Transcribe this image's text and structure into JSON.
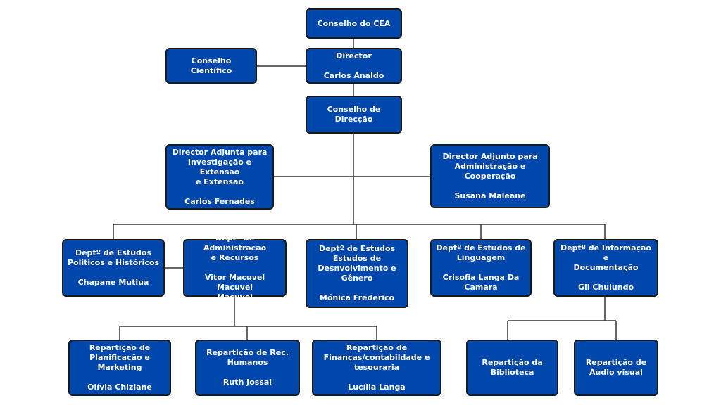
{
  "colors": {
    "box": "#0047ab",
    "border": "#1a1a1a",
    "line": "#333333",
    "text": "#ffffff"
  },
  "nodes": {
    "cea": {
      "title": "Conselho do CEA"
    },
    "director": {
      "title": "Director",
      "name": "Carlos Analdo"
    },
    "cientifico": {
      "title": "Conselho Científico"
    },
    "direccao": {
      "title": "Conselho de Direcção"
    },
    "adjunta": {
      "title": "Director Adjunta para\nInvestigação  e Extensão\ne Extensão",
      "name": "Carlos Fernades"
    },
    "adjunto": {
      "title": "Director Adjunto para\nAdministração e\nCooperação",
      "name": "Susana Maleane"
    },
    "dept1": {
      "title": "Deptº de Estudos\nPoliticos e Históricos",
      "name": "Chapane Mutiua"
    },
    "dept2": {
      "title": "Deptº de Administracao\ne Recursos",
      "name": "Vitor Macuvel Macuvel\nMacuvel"
    },
    "dept3": {
      "title": "Deptº de Estudos\nEstudos de\nDesnvolvimento e\nGênero",
      "name": "Mónica Frederico"
    },
    "dept4": {
      "title": "Deptº de Estudos de\nLinguagem",
      "name": "Crisofia Langa Da\nCamara"
    },
    "dept5": {
      "title": "Deptº de Informação e\nDocumentação",
      "name": "Gil Chulundo"
    },
    "rep1": {
      "title": "Repartição de\nPlanificação e\nMarketing",
      "name": "Olívia Chiziane"
    },
    "rep2": {
      "title": "Repartição de Rec.\nHumanos",
      "name": "Ruth Jossai"
    },
    "rep3": {
      "title": "Repartição de\nFinanças/contabildade e\ntesouraria",
      "name": "Lucília Langa"
    },
    "rep4": {
      "title": "Repartição da\nBiblioteca"
    },
    "rep5": {
      "title": "Repartição de\nÁudio visual"
    }
  }
}
